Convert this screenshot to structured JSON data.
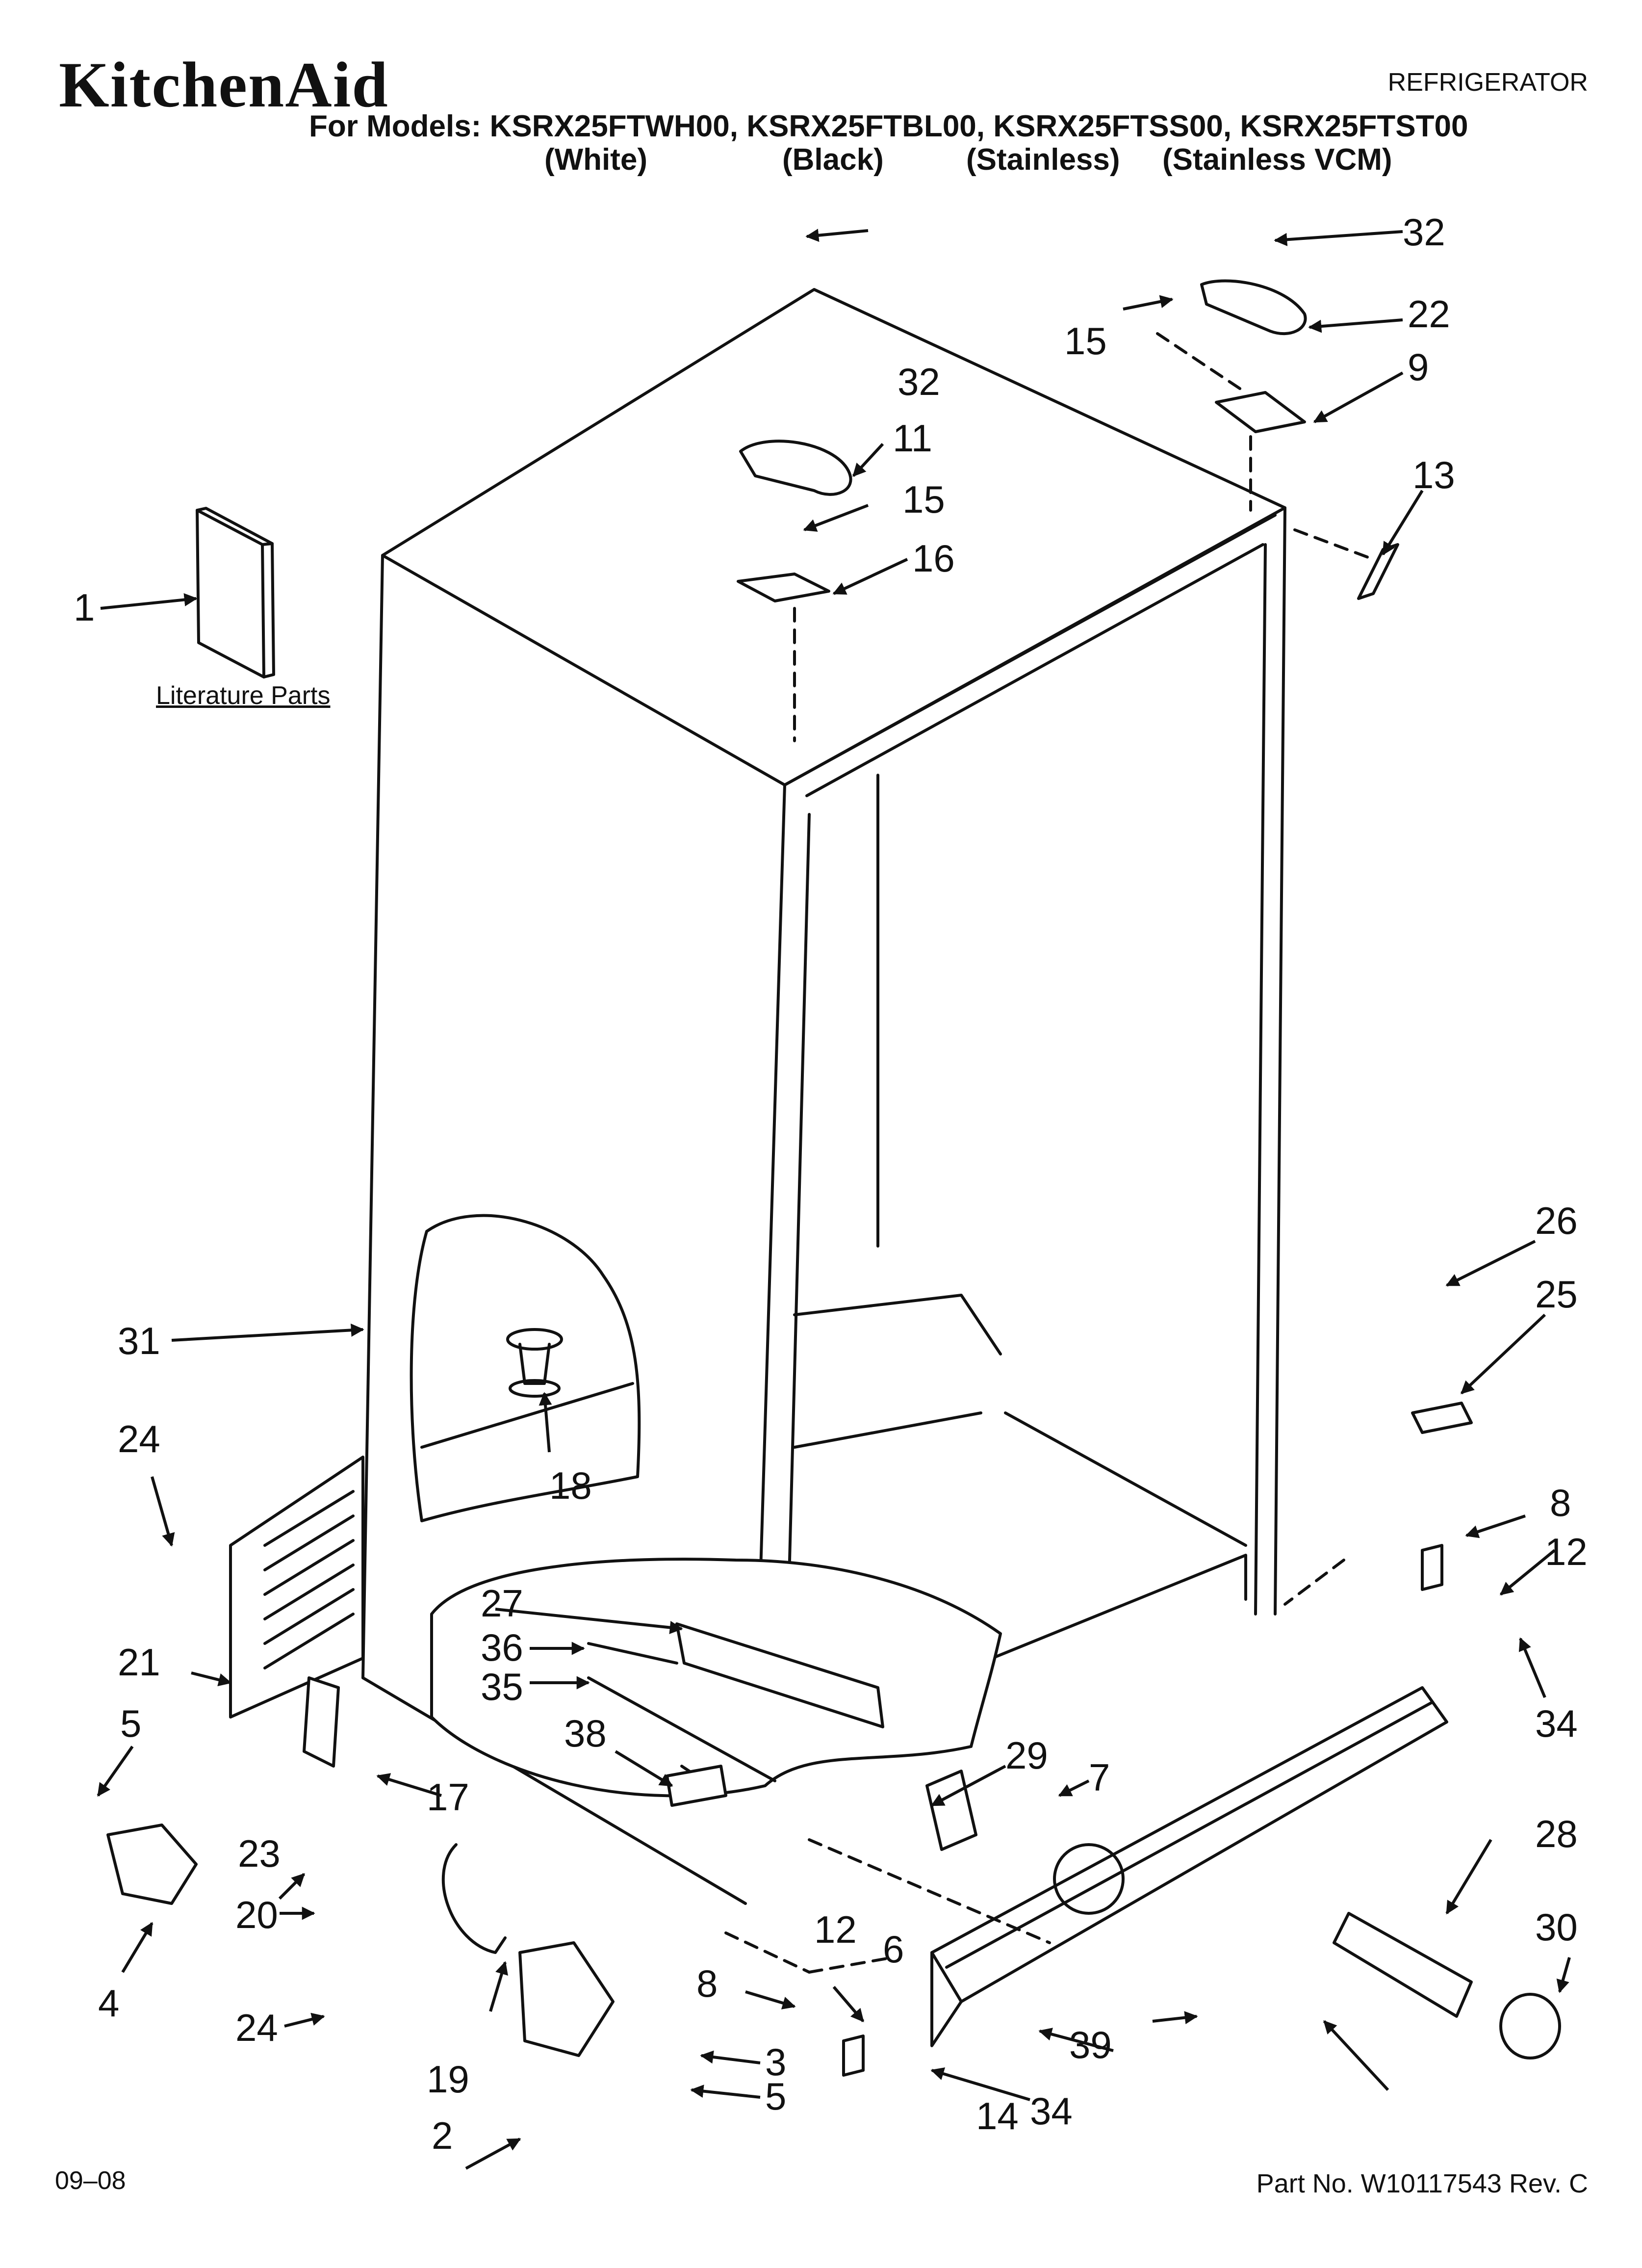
{
  "header": {
    "brand": "KitchenAid",
    "appliance": "REFRIGERATOR",
    "models_line": "For Models: KSRX25FTWH00, KSRX25FTBL00, KSRX25FTSS00, KSRX25FTST00",
    "variants": [
      "(White)",
      "(Black)",
      "(Stainless)",
      "(Stainless VCM)"
    ]
  },
  "literature_label": "Literature Parts",
  "callouts": [
    "1",
    "2",
    "3",
    "4",
    "5",
    "5",
    "6",
    "7",
    "8",
    "8",
    "9",
    "11",
    "12",
    "12",
    "13",
    "14",
    "15",
    "15",
    "16",
    "17",
    "18",
    "19",
    "20",
    "21",
    "22",
    "23",
    "24",
    "24",
    "25",
    "26",
    "27",
    "28",
    "29",
    "30",
    "31",
    "32",
    "32",
    "34",
    "34",
    "35",
    "36",
    "38",
    "39"
  ],
  "footer": {
    "date": "09–08",
    "part_number": "Part No. W10117543 Rev. C"
  }
}
